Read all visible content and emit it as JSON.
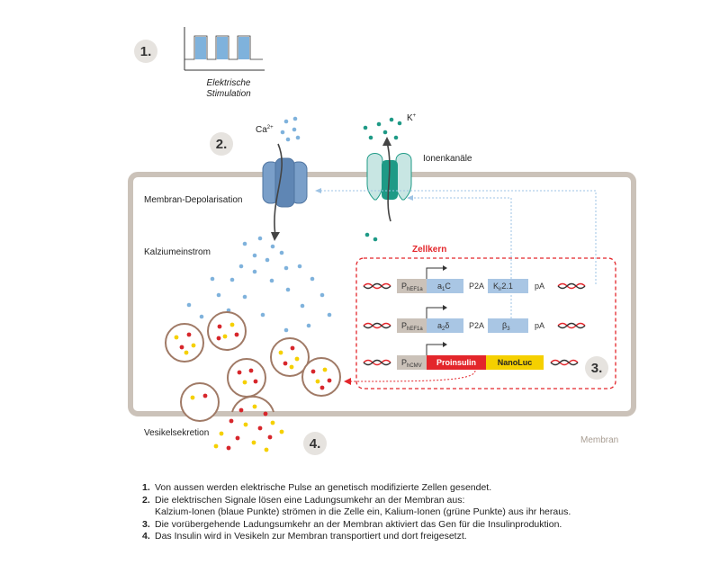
{
  "steps": {
    "s1": "1.",
    "s2": "2.",
    "s3": "3.",
    "s4": "4."
  },
  "stimulation": {
    "label_line1": "Elektrische",
    "label_line2": "Stimulation"
  },
  "ions": {
    "calcium": "Ca",
    "calcium_charge": "2+",
    "potassium": "K",
    "potassium_charge": "+"
  },
  "labels": {
    "ion_channels": "Ionenkanäle",
    "depolarisation": "Membran-Depolarisation",
    "calcium_influx": "Kalziumeinstrom",
    "nucleus": "Zellkern",
    "vesicle_secretion": "Vesikelsekretion",
    "membrane": "Membran"
  },
  "constructs": [
    {
      "promoter": "P",
      "promoter_sub": "hEF1a",
      "gene1": "a",
      "gene1_sub": "1",
      "gene1_suffix": "C",
      "linker": "P2A",
      "gene2": "K",
      "gene2_sub": "ir",
      "gene2_suffix": "2.1",
      "polyA": "pA"
    },
    {
      "promoter": "P",
      "promoter_sub": "hEF1a",
      "gene1": "a",
      "gene1_sub": "2",
      "gene1_suffix": "δ",
      "linker": "P2A",
      "gene2": "β",
      "gene2_sub": "3",
      "gene2_suffix": "",
      "polyA": "pA"
    },
    {
      "promoter": "P",
      "promoter_sub": "hCMV",
      "gene1": "Proinsulin",
      "gene2": "NanoLuc"
    }
  ],
  "legend": [
    {
      "num": "1.",
      "text": "Von aussen werden elektrische Pulse an genetisch modifizierte Zellen gesendet."
    },
    {
      "num": "2.",
      "text": "Die elektrischen Signale lösen eine Ladungsumkehr an der Membran aus:"
    },
    {
      "num": "",
      "text": "Kalzium-Ionen (blaue Punkte) strömen in die Zelle ein, Kalium-Ionen (grüne Punkte) aus ihr heraus."
    },
    {
      "num": "3.",
      "text": "Die vorübergehende Ladungsumkehr an der Membran aktiviert das Gen für die Insulinproduktion."
    },
    {
      "num": "4.",
      "text": "Das Insulin wird in Vesikeln zur Membran transportiert und dort freigesetzt."
    }
  ],
  "colors": {
    "membrane": "#cbc2b9",
    "calcium_dot": "#7fb2dc",
    "potassium_dot": "#1e9a86",
    "channel_blue": "#7a9fc9",
    "channel_teal": "#c8e6e3",
    "nucleus": "#e3262b",
    "proinsulin": "#e3262b",
    "nanoluc": "#f5d000",
    "insulin_dot": "#d7262b",
    "vesicle_border": "#a07a66"
  }
}
